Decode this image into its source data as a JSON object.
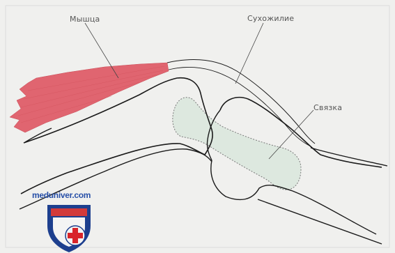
{
  "labels": {
    "muscle": "Мышца",
    "tendon": "Сухожилие",
    "ligament": "Связка"
  },
  "watermark": {
    "text": "meduniver.com",
    "text_color": "#2850a8",
    "shield_colors": {
      "outer": "#1d3f8e",
      "top_band": "#d23a3a",
      "inner": "#f4f4f4",
      "cross": "#d8242a"
    }
  },
  "colors": {
    "background": "#f0f0ee",
    "muscle_fill": "#e06570",
    "bone_fill": "#dde8df",
    "outline": "#1a1a1a",
    "leader_line": "#444444"
  }
}
